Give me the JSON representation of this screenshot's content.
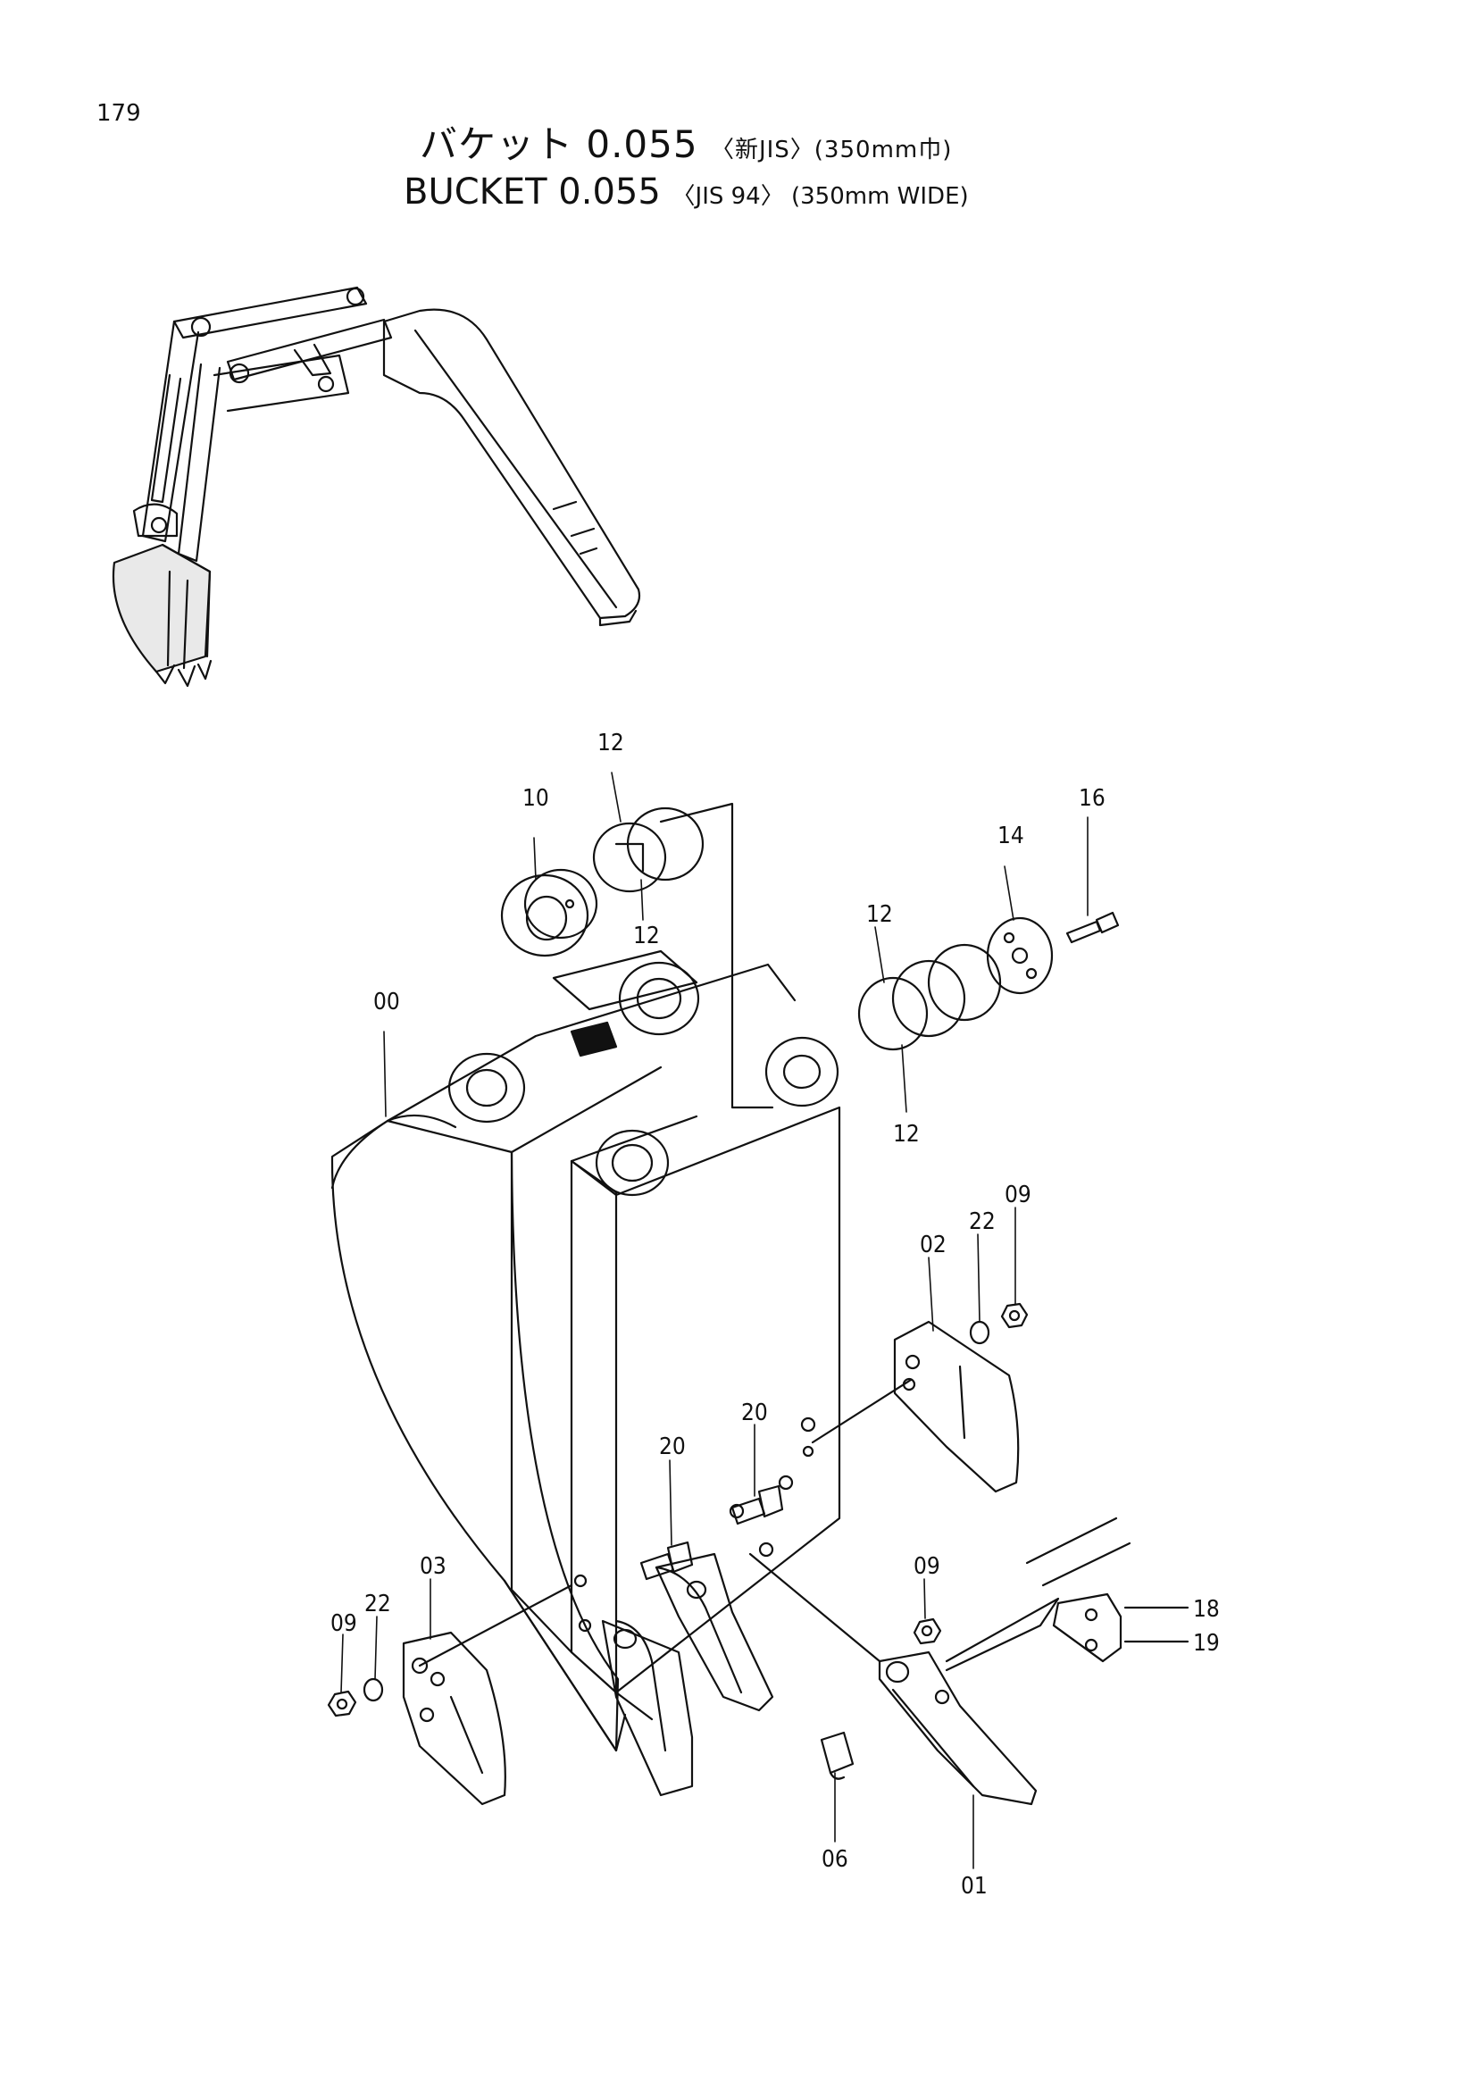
{
  "page_number": "179",
  "title_jp": {
    "main": "バケット 0.055",
    "spec": "〈新JIS〉(350mm巾)"
  },
  "title_en": {
    "main": "BUCKET  0.055",
    "spec": "〈JIS 94〉 (350mm  WIDE)"
  },
  "callouts": {
    "c00": "00",
    "c01": "01",
    "c02": "02",
    "c03": "03",
    "c06": "06",
    "c09a": "09",
    "c09b": "09",
    "c09c": "09",
    "c10": "10",
    "c12a": "12",
    "c12b": "12",
    "c12c": "12",
    "c12d": "12",
    "c14": "14",
    "c16": "16",
    "c18": "18",
    "c19": "19",
    "c20a": "20",
    "c20b": "20",
    "c22a": "22",
    "c22b": "22"
  }
}
